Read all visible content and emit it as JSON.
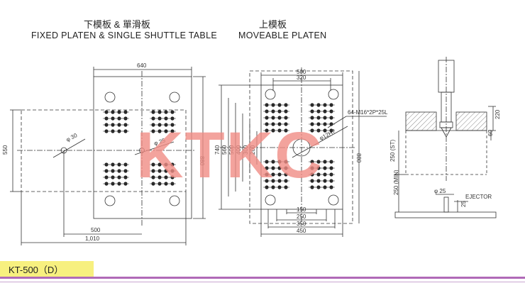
{
  "header": {
    "left_title_cn": "下模板 & 單滑板",
    "left_title_en": "FIXED  PLATEN & SINGLE  SHUTTLE TABLE",
    "right_title_cn": "上模板",
    "right_title_en": "MOVEABLE  PLATEN"
  },
  "watermark": "KTKC",
  "fixed_platen": {
    "width": "640",
    "height": "880",
    "table_height": "550",
    "table_width": "1,010",
    "half_width": "500",
    "hole_a": "φ 30",
    "hole_b": "φ 25"
  },
  "moveable_platen": {
    "outer_width": "500",
    "inner_width": "320",
    "heights": [
      "740",
      "560",
      "500",
      "400",
      "300",
      "200"
    ],
    "right_height": "880",
    "bolt_note": "64-M16*2P*25L",
    "center_hole": "φ12H7",
    "bottom_dims": [
      "150",
      "250",
      "350",
      "450"
    ]
  },
  "side_view": {
    "height_220": "220",
    "height_60": "60",
    "stroke": "250  (ST)",
    "min_open": "250  (MIN)",
    "ejector_dia": "φ 25",
    "ejector_len": "25",
    "ejector_label": "EJECTOR"
  },
  "footer": {
    "model": "KT-500（D）"
  },
  "colors": {
    "watermark": "#f08c84",
    "model_band": "#f7f07f",
    "rule_purple": "#b06ab8",
    "line": "#333333"
  }
}
